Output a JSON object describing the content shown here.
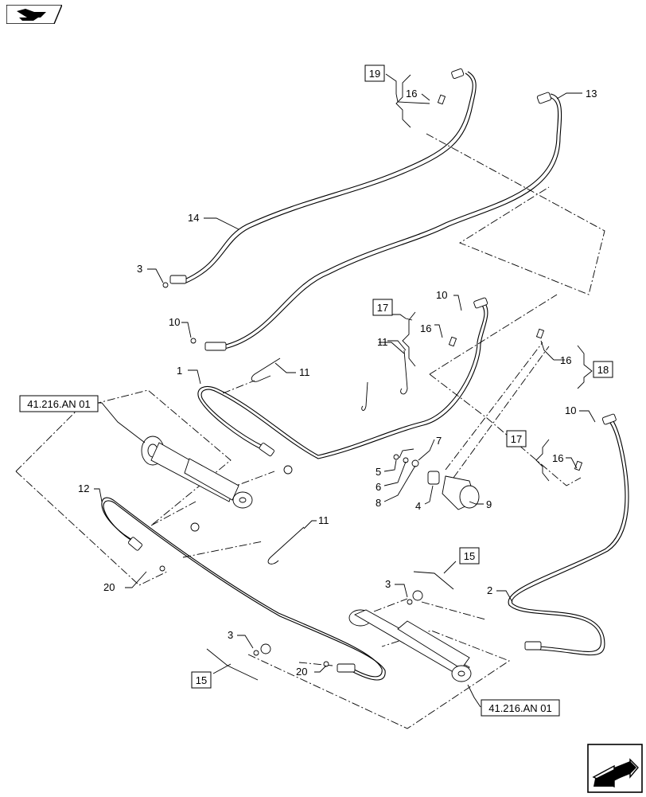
{
  "callouts": {
    "c1": "1",
    "c2": "2",
    "c3a": "3",
    "c3b": "3",
    "c3c": "3",
    "c4": "4",
    "c5": "5",
    "c6": "6",
    "c7": "7",
    "c8": "8",
    "c9": "9",
    "c10a": "10",
    "c10b": "10",
    "c10c": "10",
    "c11a": "11",
    "c11b": "11",
    "c11c": "11",
    "c12": "12",
    "c13": "13",
    "c14": "14",
    "c16a": "16",
    "c16b": "16",
    "c16c": "16",
    "c16d": "16",
    "c20a": "20",
    "c20b": "20"
  },
  "boxed_refs": {
    "r19": "19",
    "r17a": "17",
    "r17b": "17",
    "r18": "18",
    "r15a": "15",
    "r15b": "15",
    "ref_top": "41.216.AN 01",
    "ref_bottom": "41.216.AN 01"
  },
  "icons": {
    "top_left": "view-orientation-icon",
    "bottom_right": "next-page-arrow-icon"
  }
}
